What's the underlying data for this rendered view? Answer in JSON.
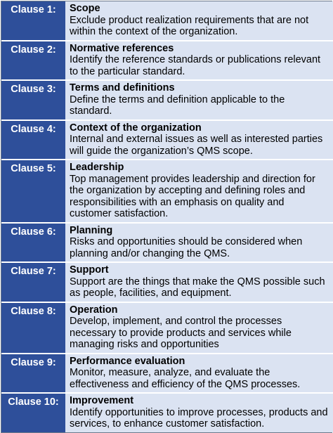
{
  "clauses": [
    {
      "label": "Clause 1:",
      "title": "Scope",
      "description": "Exclude product realization requirements that are not within the context of the organization."
    },
    {
      "label": "Clause 2:",
      "title": "Normative references",
      "description": "Identify the reference standards or publications relevant to the particular standard."
    },
    {
      "label": "Clause 3:",
      "title": "Terms and definitions",
      "description": "Define the terms and definition applicable to the standard."
    },
    {
      "label": "Clause 4:",
      "title": "Context of the organization",
      "description": "Internal and external issues as well as interested parties will guide the organization’s QMS scope."
    },
    {
      "label": "Clause 5:",
      "title": "Leadership",
      "description": "Top management provides leadership and direction for the organization by accepting and defining roles and responsibilities with an emphasis on quality and customer satisfaction."
    },
    {
      "label": "Clause 6:",
      "title": "Planning",
      "description": "Risks and opportunities should be considered when planning and/or changing the QMS."
    },
    {
      "label": "Clause 7:",
      "title": "Support",
      "description": "Support are the things that make the QMS possible such as people, facilities, and equipment."
    },
    {
      "label": "Clause 8:",
      "title": "Operation",
      "description": "Develop, implement, and control the processes necessary to provide products and services while managing risks and opportunities"
    },
    {
      "label": "Clause 9:",
      "title": "Performance evaluation",
      "description": "Monitor, measure, analyze, and evaluate the effectiveness and efficiency of the QMS processes."
    },
    {
      "label": "Clause 10:",
      "title": "Improvement",
      "description": "Identify opportunities to improve processes, products and services, to enhance customer satisfaction."
    }
  ]
}
